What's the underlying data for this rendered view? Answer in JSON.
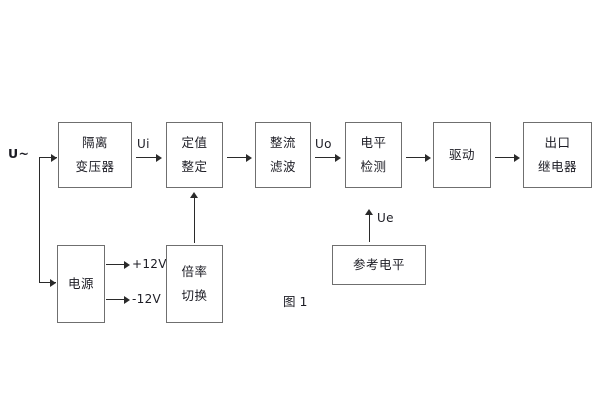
{
  "figure": {
    "caption": "图 1",
    "signal_labels": {
      "input": "U~",
      "ui": "Ui",
      "uo": "Uo",
      "ue": "Ue",
      "pos12": "+12V",
      "neg12": "-12V"
    },
    "blocks": [
      {
        "id": "isolation-transformer",
        "line1": "隔离",
        "line2": "变压器"
      },
      {
        "id": "setting-adjust",
        "line1": "定值",
        "line2": "整定"
      },
      {
        "id": "rectify-filter",
        "line1": "整流",
        "line2": "滤波"
      },
      {
        "id": "level-detect",
        "line1": "电平",
        "line2": "检测"
      },
      {
        "id": "drive",
        "line1": "驱动",
        "line2": ""
      },
      {
        "id": "output-relay",
        "line1": "出口",
        "line2": "继电器"
      },
      {
        "id": "power-supply",
        "line1": "电源",
        "line2": ""
      },
      {
        "id": "ratio-switch",
        "line1": "倍率",
        "line2": "切换"
      },
      {
        "id": "reference-level",
        "line1": "参考电平",
        "line2": ""
      }
    ],
    "colors": {
      "box_border": "#6f6f6f",
      "line": "#2a2a2a",
      "text": "#1c1c24",
      "background": "#ffffff"
    }
  }
}
